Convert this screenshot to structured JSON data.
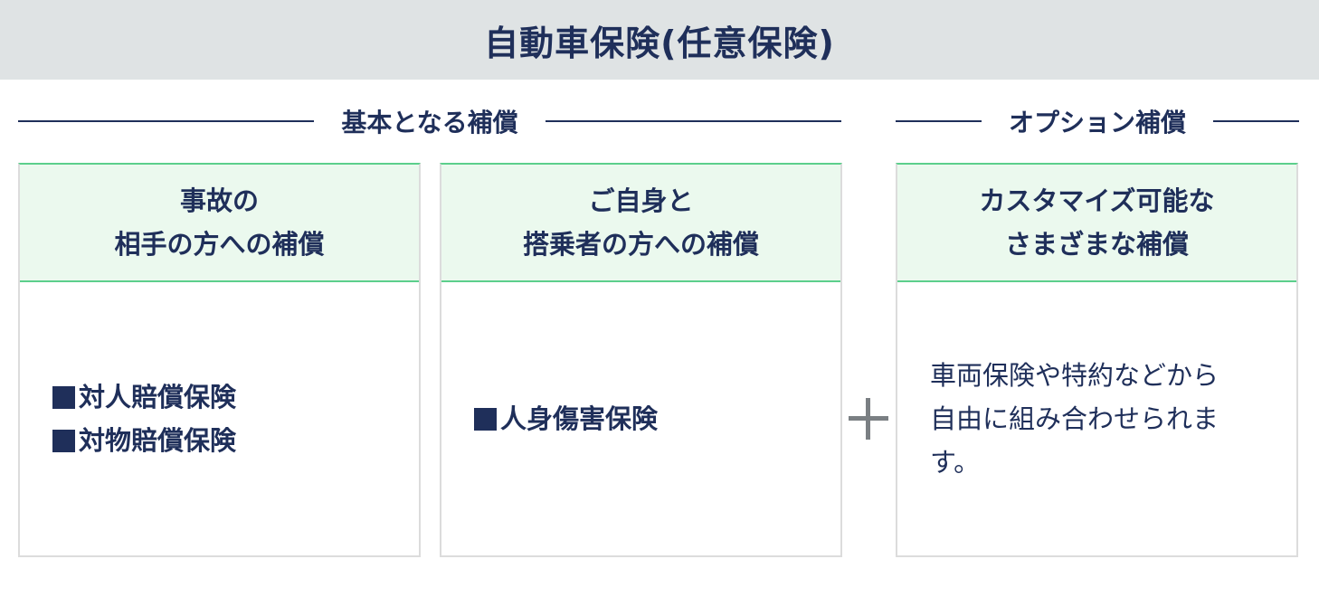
{
  "header": {
    "title": "自動車保険(任意保険)"
  },
  "sections": {
    "basic": {
      "label": "基本となる補償"
    },
    "option": {
      "label": "オプション補償"
    }
  },
  "cards": [
    {
      "title_lines": [
        "事故の",
        "相手の方への補償"
      ],
      "items": [
        "対人賠償保険",
        "対物賠償保険"
      ]
    },
    {
      "title_lines": [
        "ご自身と",
        "搭乗者の方への補償"
      ],
      "items": [
        "人身傷害保険"
      ]
    },
    {
      "title_lines": [
        "カスタマイズ可能な",
        "さまざまな補償"
      ],
      "desc_lines": [
        "車両保険や特約などから",
        "自由に組み合わせられま",
        "す。"
      ]
    }
  ],
  "plus_icon": "plus-icon",
  "colors": {
    "navy": "#1f2f5a",
    "header_bg": "#dfe3e4",
    "card_head_bg": "#ebf9ee",
    "accent_green": "#5ccf8c",
    "plus_gray": "#7a7f83"
  }
}
